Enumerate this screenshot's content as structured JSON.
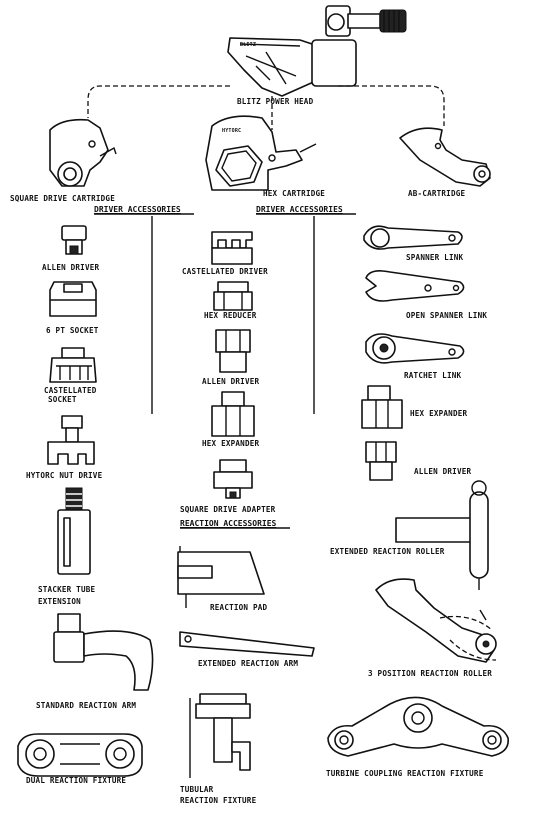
{
  "power_head": {
    "label": "BLITZ POWER HEAD"
  },
  "cartridges": {
    "square_drive": "SQUARE DRIVE CARTRIDGE",
    "hex": "HEX CARTRIDGE",
    "ab": "AB-CARTRIDGE"
  },
  "headers": {
    "driver_accessories_left": "DRIVER ACCESSORIES",
    "driver_accessories_mid": "DRIVER ACCESSORIES",
    "reaction_accessories": "REACTION ACCESSORIES"
  },
  "left_column": {
    "allen_driver": "ALLEN DRIVER",
    "six_pt_socket": "6 PT SOCKET",
    "castellated_socket_1": "CASTELLATED",
    "castellated_socket_2": "SOCKET",
    "hytorc_nut_drive": "HYTORC NUT DRIVE",
    "stacker_tube_1": "STACKER TUBE",
    "stacker_tube_2": "EXTENSION",
    "standard_reaction_arm": "STANDARD REACTION ARM",
    "dual_reaction_fixture": "DUAL REACTION FIXTURE"
  },
  "middle_column": {
    "castellated_driver": "CASTELLATED DRIVER",
    "hex_reducer": "HEX REDUCER",
    "allen_driver": "ALLEN DRIVER",
    "hex_expander": "HEX EXPANDER",
    "square_drive_adapter": "SQUARE DRIVE ADAPTER",
    "reaction_pad": "REACTION PAD",
    "extended_reaction_arm": "EXTENDED REACTION ARM",
    "tubular_reaction_fixture_1": "TUBULAR",
    "tubular_reaction_fixture_2": "REACTION FIXTURE"
  },
  "right_column": {
    "spanner_link": "SPANNER LINK",
    "open_spanner_link": "OPEN SPANNER LINK",
    "ratchet_link": "RATCHET LINK",
    "hex_expander": "HEX EXPANDER",
    "allen_driver": "ALLEN DRIVER",
    "extended_reaction_roller": "EXTENDED REACTION ROLLER",
    "three_position_reaction_roller": "3 POSITION REACTION ROLLER",
    "turbine_coupling_reaction_fixture": "TURBINE COUPLING REACTION FIXTURE"
  }
}
